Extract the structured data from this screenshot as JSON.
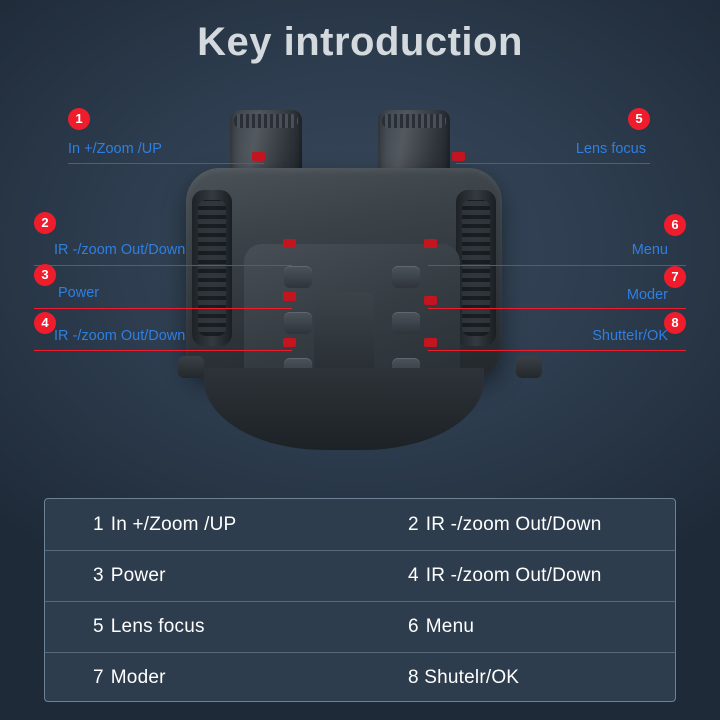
{
  "page": {
    "title": "Key introduction",
    "accent_red": "#ef1d2c",
    "label_blue": "#2f7fe0",
    "panel_bg": "#2e3d4e"
  },
  "callouts": [
    {
      "number": "1",
      "label": "In +/Zoom /UP",
      "side": "left"
    },
    {
      "number": "2",
      "label": "IR -/zoom Out/Down",
      "side": "left"
    },
    {
      "number": "3",
      "label": "Power",
      "side": "left"
    },
    {
      "number": "4",
      "label": "IR -/zoom Out/Down",
      "side": "left"
    },
    {
      "number": "5",
      "label": "Lens focus",
      "side": "right"
    },
    {
      "number": "6",
      "label": "Menu",
      "side": "right"
    },
    {
      "number": "7",
      "label": "Moder",
      "side": "right"
    },
    {
      "number": "8",
      "label": "ShutteIr/OK",
      "side": "right"
    }
  ],
  "legend": {
    "rows": [
      [
        {
          "index": "1",
          "text": "In +/Zoom /UP"
        },
        {
          "index": "2",
          "text": "IR -/zoom Out/Down"
        }
      ],
      [
        {
          "index": "3",
          "text": "Power"
        },
        {
          "index": "4",
          "text": "IR -/zoom Out/Down"
        }
      ],
      [
        {
          "index": "5",
          "text": "Lens focus"
        },
        {
          "index": "6",
          "text": "Menu"
        }
      ],
      [
        {
          "index": "7",
          "text": "Moder"
        },
        {
          "index": "8",
          "text": "8 Shutelr/OK"
        }
      ]
    ]
  }
}
